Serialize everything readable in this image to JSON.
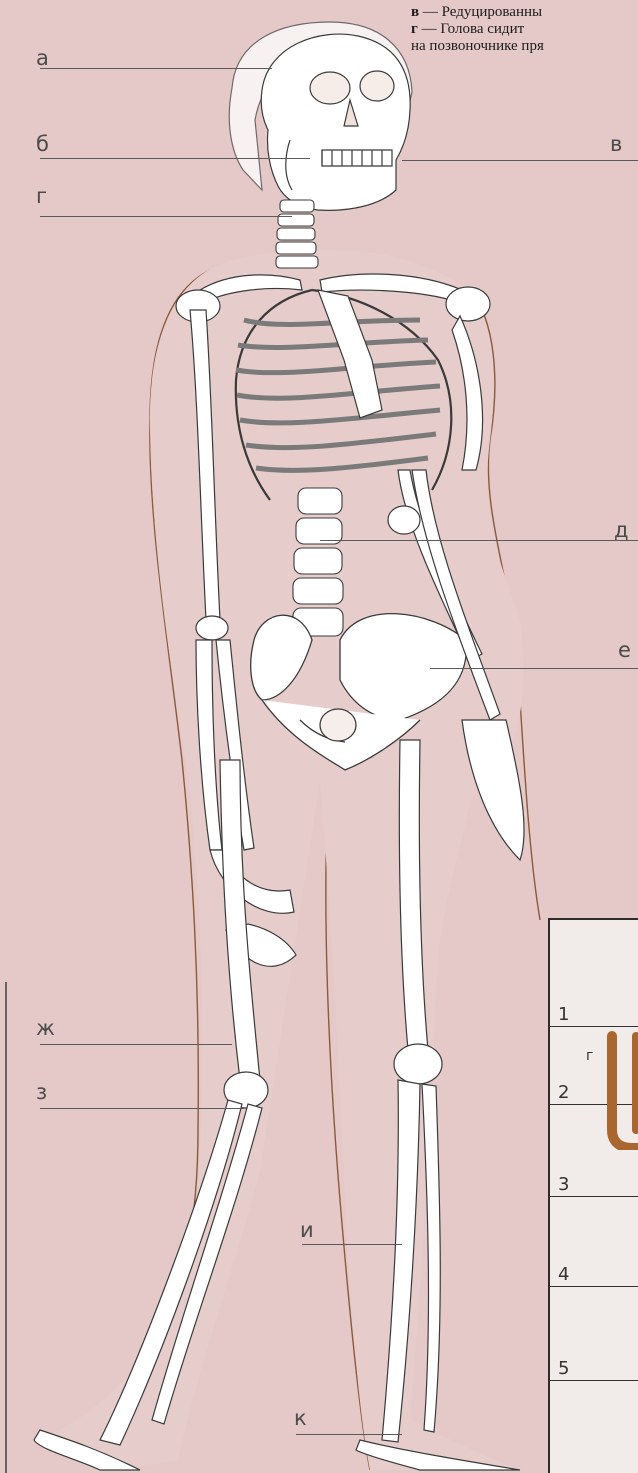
{
  "caption": {
    "line_1_letter": "в",
    "line_1_text": " — Редуцированны",
    "line_2_letter": "г",
    "line_2_text": " — Голова сидит",
    "line_3_text": "на позвоночнике пря"
  },
  "labels": {
    "a": "а",
    "b": "б",
    "v": "в",
    "g": "г",
    "d": "д",
    "e": "е",
    "zh": "ж",
    "z": "з",
    "i": "и",
    "k": "к"
  },
  "scale_panel": {
    "rows": [
      "1",
      "2",
      "3",
      "4",
      "5"
    ],
    "side_letter": "г"
  },
  "colors": {
    "background": "#e4c9c8",
    "bone_fill": "#ffffff",
    "bone_outline": "#3a3a3a",
    "body_outline": "#8a5a3a",
    "panel_fill": "#f1ebe9",
    "panel_accent": "#a9662f"
  }
}
